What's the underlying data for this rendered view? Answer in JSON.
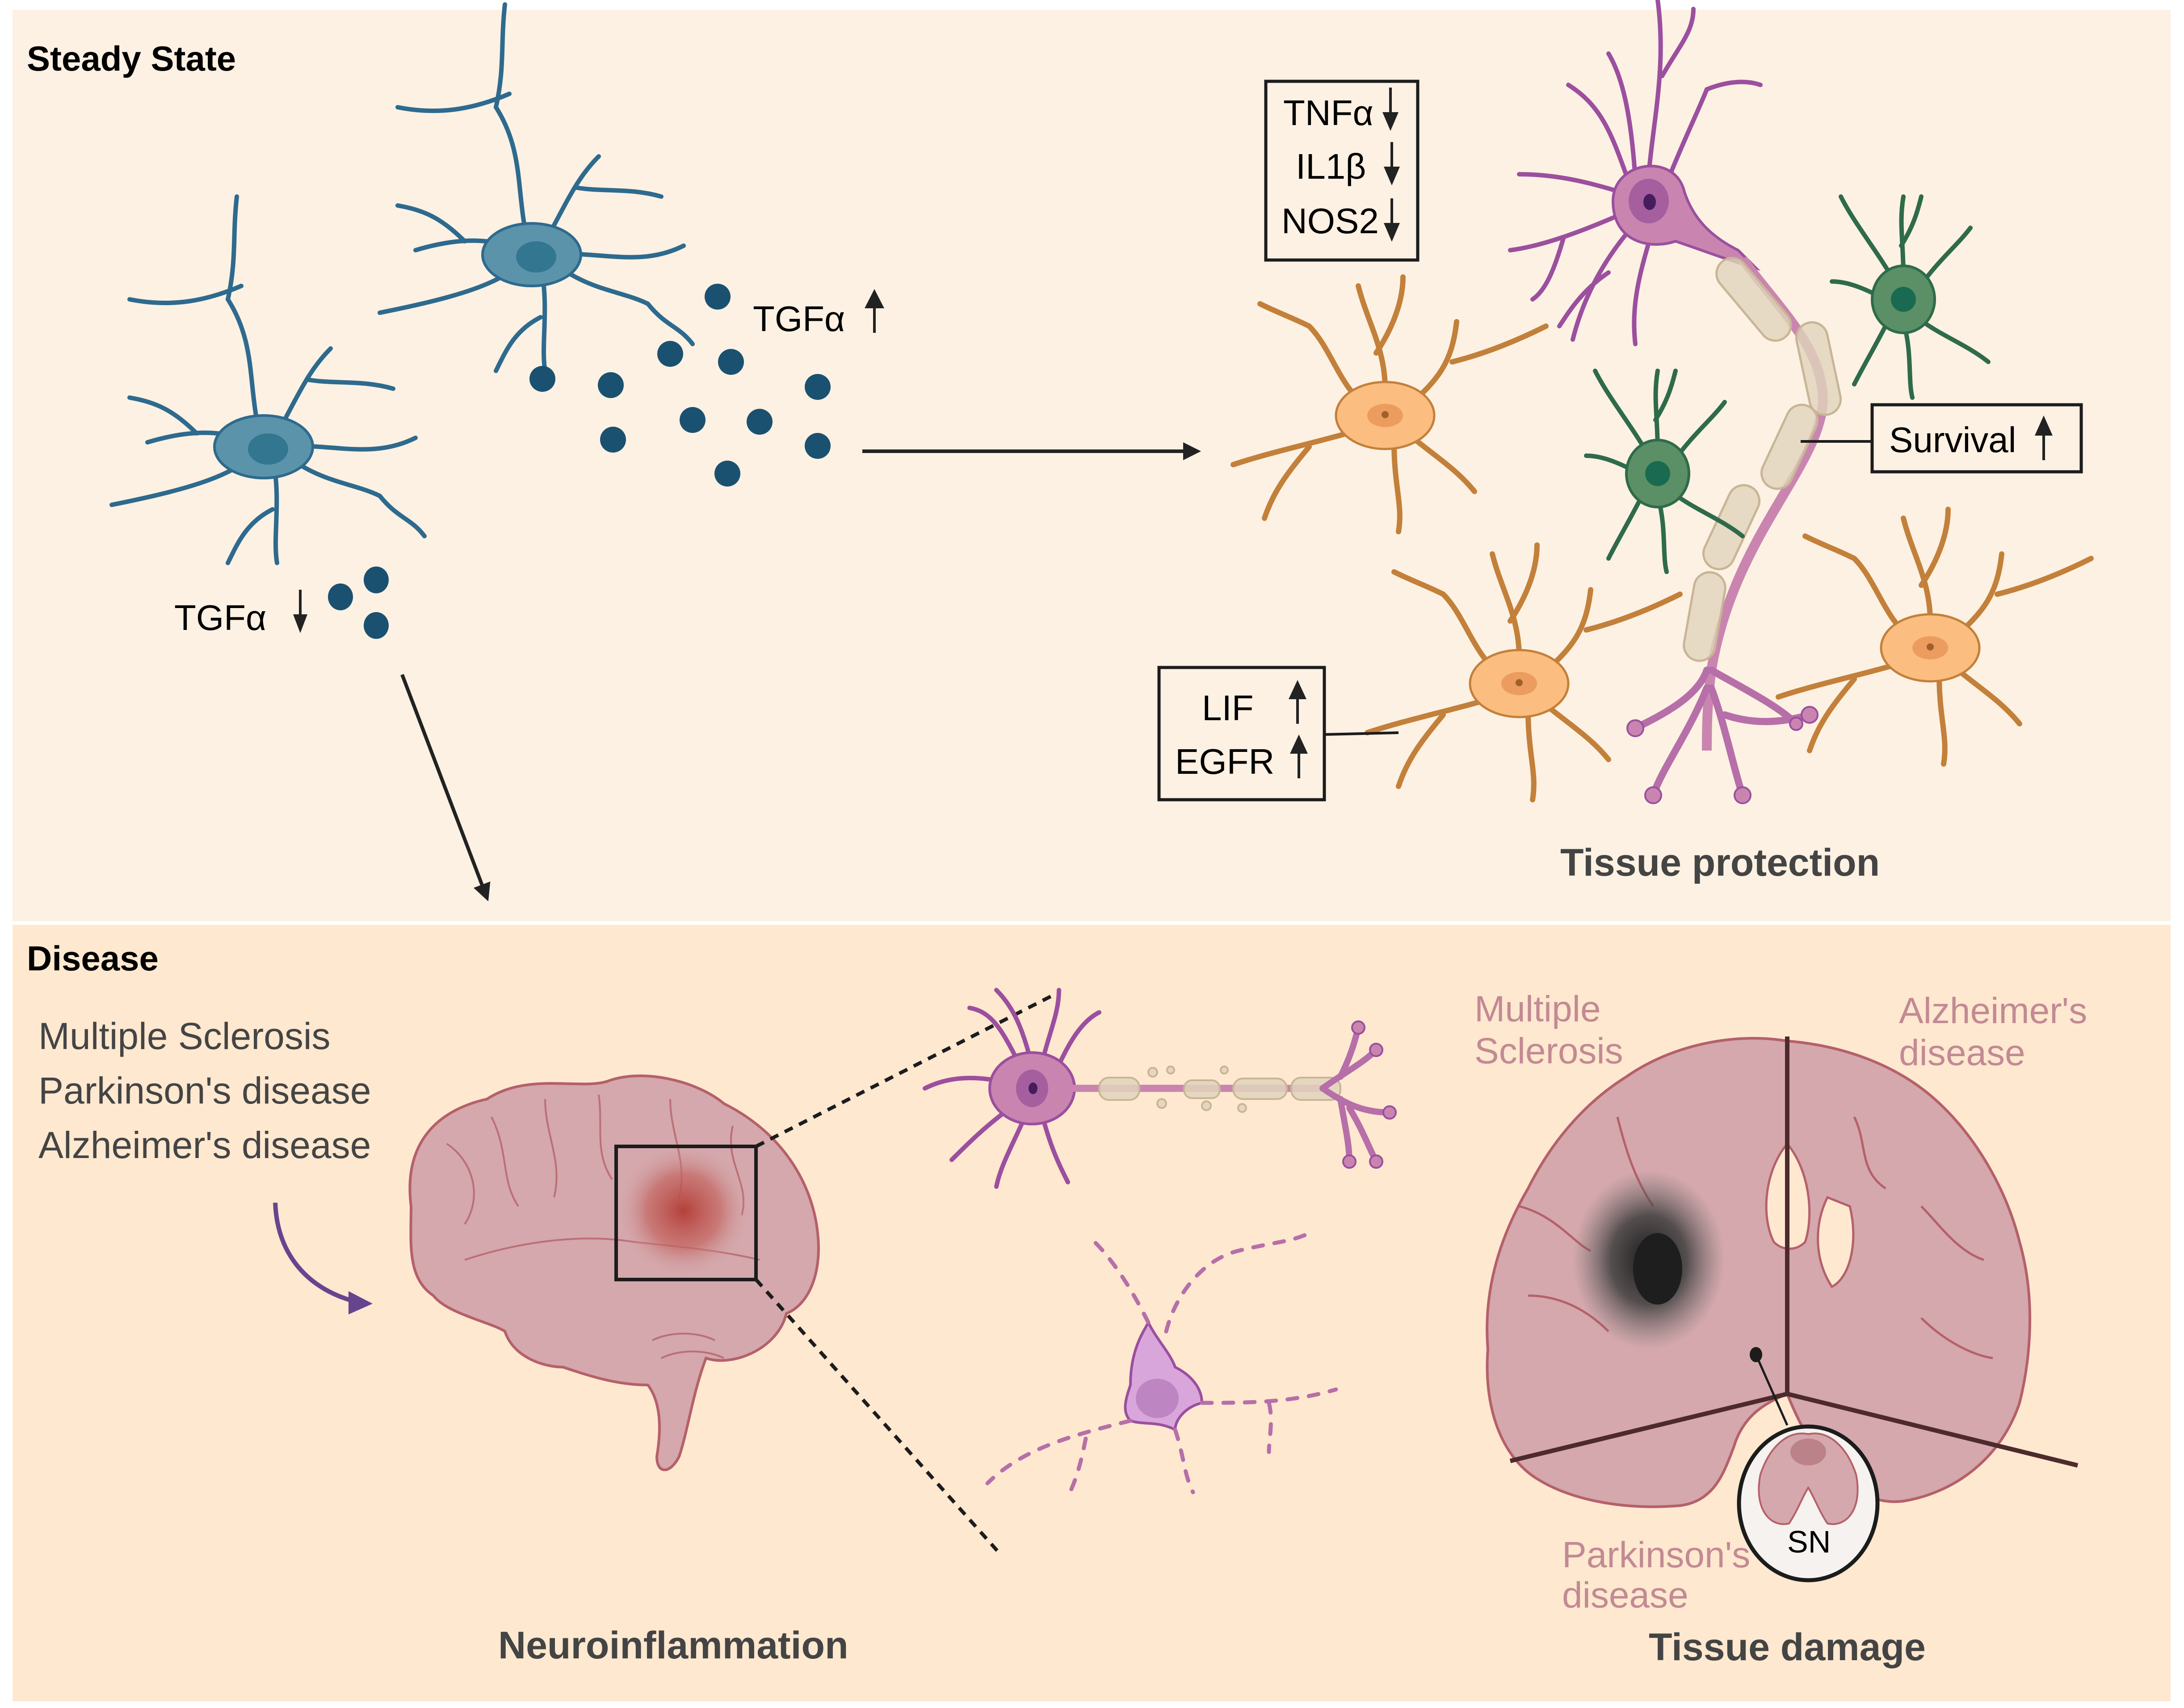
{
  "figure": {
    "panels": [
      {
        "id": "steady",
        "title": "Steady State",
        "background": "#fcf1e3"
      },
      {
        "id": "disease",
        "title": "Disease",
        "background": "#fee8d0"
      }
    ]
  },
  "steady_state": {
    "tgf_low": {
      "text": "TGFα",
      "direction": "down"
    },
    "tgf_high": {
      "text": "TGFα",
      "direction": "up"
    },
    "cytokine_box": {
      "rows": [
        {
          "text": "TNFα",
          "direction": "down"
        },
        {
          "text": "IL1β",
          "direction": "down"
        },
        {
          "text": "NOS2",
          "direction": "down"
        }
      ]
    },
    "survival_box": {
      "text": "Survival",
      "direction": "up"
    },
    "astro_box": {
      "rows": [
        {
          "text": "LIF",
          "direction": "up"
        },
        {
          "text": "EGFR",
          "direction": "up"
        }
      ]
    },
    "caption": "Tissue protection",
    "colors": {
      "microglia": "#5b94aa",
      "tgf_dot": "#1a5170",
      "neuron": "#c985b0",
      "oligodendrocyte": "#5b9066",
      "astrocyte": "#fbbd80",
      "myelin": "#e0d4bc"
    }
  },
  "disease": {
    "list": [
      "Multiple Sclerosis",
      "Parkinson's disease",
      "Alzheimer's disease"
    ],
    "caption_left": "Neuroinflammation",
    "caption_right": "Tissue damage",
    "brain_regions": {
      "ms": [
        "Multiple",
        "Sclerosis"
      ],
      "ad": [
        "Alzheimer's",
        "disease"
      ],
      "pd": [
        "Parkinson's",
        "disease"
      ]
    },
    "inset_label": "SN",
    "colors": {
      "brain": "#d4a8ac",
      "brain_outline": "#b5606a",
      "lesion": "#b5403a",
      "curved_arrow": "#67448e",
      "region_text": "#c28a93"
    }
  }
}
